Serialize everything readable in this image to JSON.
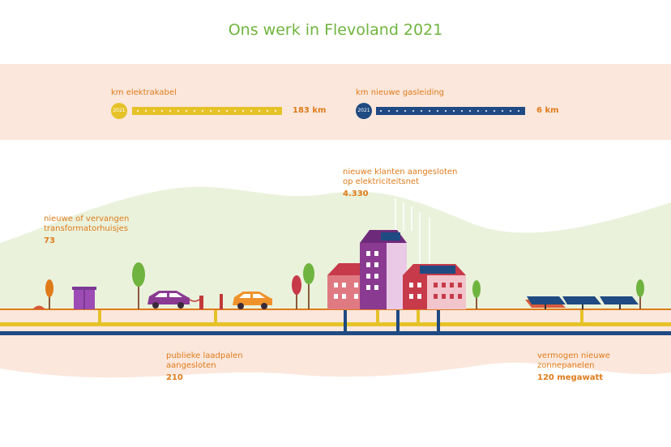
{
  "title": "Ons werk in Flevoland 2021",
  "colors": {
    "title": "#6fb43f",
    "accent_orange": "#e07b1a",
    "band": "#fbe7dc",
    "cable_yellow": "#e6c229",
    "gas_blue": "#1f4a82",
    "hill_green": "#eaf2dc"
  },
  "stats": {
    "elektrakabel": {
      "label": "km elektrakabel",
      "badge": "2021",
      "value": "183 km"
    },
    "gasleiding": {
      "label": "km nieuwe gasleiding",
      "badge": "2021",
      "value": "6 km"
    },
    "klanten": {
      "label_line1": "nieuwe klanten aangesloten",
      "label_line2": "op elektriciteitsnet",
      "value": "4.330"
    },
    "transformator": {
      "label_line1": "nieuwe of vervangen",
      "label_line2": "transformatorhuisjes",
      "value": "73"
    },
    "laadpalen": {
      "label_line1": "publieke laadpalen",
      "label_line2": "aangesloten",
      "value": "210"
    },
    "zonnepanelen": {
      "label_line1": "vermogen nieuwe",
      "label_line2": "zonnepanelen",
      "value": "120 megawatt"
    }
  }
}
